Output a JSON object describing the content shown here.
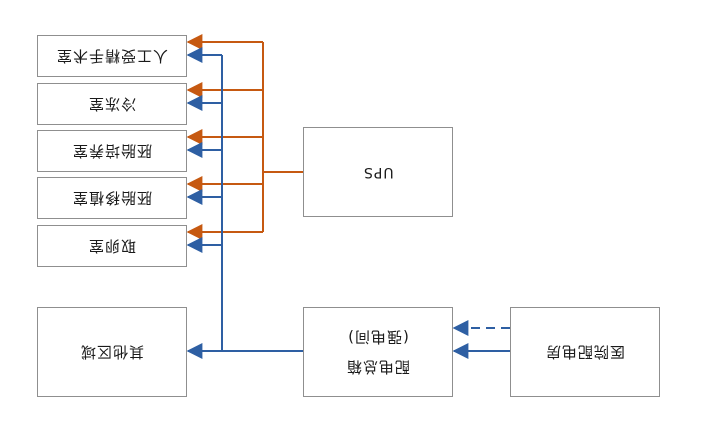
{
  "diagram": {
    "rooms": [
      "人工受精手术室",
      "冷冻室",
      "胚胎培养室",
      "胚胎移植室",
      "取卵室"
    ],
    "other_area": "其他区域",
    "ups": "UPS",
    "distribution": {
      "line1": "配电总箱",
      "line2": "(强电间)"
    },
    "hospital_power": "医院配电房",
    "colors": {
      "ups_line": "#c65911",
      "mains_line": "#2e5fa3",
      "box_border": "#8f8f8f"
    }
  }
}
